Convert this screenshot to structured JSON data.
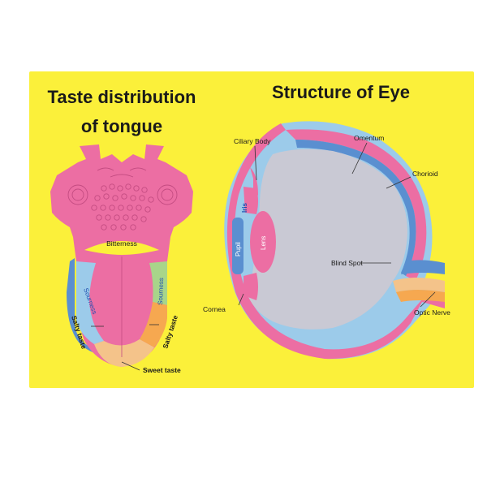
{
  "colors": {
    "background": "#fbf03a",
    "pink": "#ec6ea3",
    "light_blue": "#9ccbea",
    "blue_dark": "#5a8fd0",
    "green": "#a8d58a",
    "orange": "#f6a850",
    "peach": "#f4c38a",
    "grey": "#c9c9d4"
  },
  "tongue": {
    "title_line1": "Taste distribution",
    "title_line2": "of tongue",
    "labels": {
      "bitterness": "Bitterness",
      "sourness_left": "Sourness",
      "sourness_right": "Sourness",
      "salty_left": "Salty taste",
      "salty_right": "Salty taste",
      "sweet": "Sweet taste"
    }
  },
  "eye": {
    "title": "Structure of Eye",
    "labels": {
      "ciliary_body": "Ciliary Body",
      "omentum": "Omentum",
      "chorioid": "Chorioid",
      "iris": "Iris",
      "lens": "Lens",
      "pupil": "Pupil",
      "blind_spot": "Blind Spot",
      "cornea": "Cornea",
      "optic_nerve": "Optic Nerve"
    }
  }
}
